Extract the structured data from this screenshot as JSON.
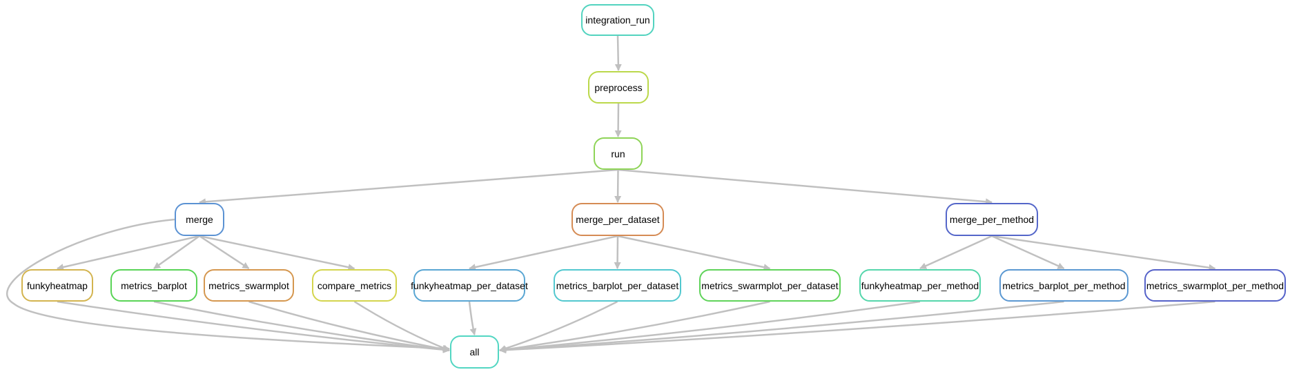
{
  "nodes": [
    {
      "id": "integration_run",
      "label": "integration_run",
      "color": "#52d3bf"
    },
    {
      "id": "preprocess",
      "label": "preprocess",
      "color": "#bbd84a"
    },
    {
      "id": "run",
      "label": "run",
      "color": "#8ed457"
    },
    {
      "id": "merge",
      "label": "merge",
      "color": "#5b92d3"
    },
    {
      "id": "merge_per_dataset",
      "label": "merge_per_dataset",
      "color": "#d58b54"
    },
    {
      "id": "merge_per_method",
      "label": "merge_per_method",
      "color": "#5466c9"
    },
    {
      "id": "funkyheatmap",
      "label": "funkyheatmap",
      "color": "#d3b44f"
    },
    {
      "id": "metrics_barplot",
      "label": "metrics_barplot",
      "color": "#59d456"
    },
    {
      "id": "metrics_swarmplot",
      "label": "metrics_swarmplot",
      "color": "#d5974f"
    },
    {
      "id": "compare_metrics",
      "label": "compare_metrics",
      "color": "#d4d54d"
    },
    {
      "id": "funkyheatmap_per_dataset",
      "label": "funkyheatmap_per_dataset",
      "color": "#59a6d3"
    },
    {
      "id": "metrics_barplot_per_dataset",
      "label": "metrics_barplot_per_dataset",
      "color": "#52c8cf"
    },
    {
      "id": "metrics_swarmplot_per_dataset",
      "label": "metrics_swarmplot_per_dataset",
      "color": "#5fd35a"
    },
    {
      "id": "funkyheatmap_per_method",
      "label": "funkyheatmap_per_method",
      "color": "#55d6ab"
    },
    {
      "id": "metrics_barplot_per_method",
      "label": "metrics_barplot_per_method",
      "color": "#5b98d2"
    },
    {
      "id": "metrics_swarmplot_per_method",
      "label": "metrics_swarmplot_per_method",
      "color": "#5562c9"
    },
    {
      "id": "all",
      "label": "all",
      "color": "#52d6c2"
    }
  ],
  "edges": [
    [
      "integration_run",
      "preprocess"
    ],
    [
      "preprocess",
      "run"
    ],
    [
      "run",
      "merge"
    ],
    [
      "run",
      "merge_per_dataset"
    ],
    [
      "run",
      "merge_per_method"
    ],
    [
      "merge",
      "funkyheatmap"
    ],
    [
      "merge",
      "metrics_barplot"
    ],
    [
      "merge",
      "metrics_swarmplot"
    ],
    [
      "merge",
      "compare_metrics"
    ],
    [
      "merge",
      "all"
    ],
    [
      "merge_per_dataset",
      "funkyheatmap_per_dataset"
    ],
    [
      "merge_per_dataset",
      "metrics_barplot_per_dataset"
    ],
    [
      "merge_per_dataset",
      "metrics_swarmplot_per_dataset"
    ],
    [
      "merge_per_method",
      "funkyheatmap_per_method"
    ],
    [
      "merge_per_method",
      "metrics_barplot_per_method"
    ],
    [
      "merge_per_method",
      "metrics_swarmplot_per_method"
    ],
    [
      "funkyheatmap",
      "all"
    ],
    [
      "metrics_barplot",
      "all"
    ],
    [
      "metrics_swarmplot",
      "all"
    ],
    [
      "compare_metrics",
      "all"
    ],
    [
      "funkyheatmap_per_dataset",
      "all"
    ],
    [
      "metrics_barplot_per_dataset",
      "all"
    ],
    [
      "metrics_swarmplot_per_dataset",
      "all"
    ],
    [
      "funkyheatmap_per_method",
      "all"
    ],
    [
      "metrics_barplot_per_method",
      "all"
    ],
    [
      "metrics_swarmplot_per_method",
      "all"
    ]
  ],
  "edge_color": "#c0c0c0"
}
